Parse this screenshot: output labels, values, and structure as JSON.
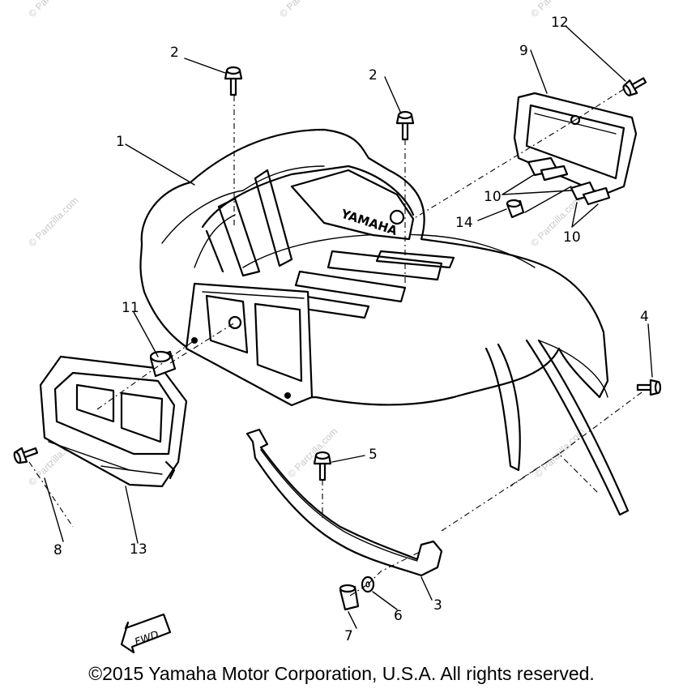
{
  "callouts": {
    "c1": "1",
    "c2a": "2",
    "c2b": "2",
    "c3": "3",
    "c4": "4",
    "c5": "5",
    "c6": "6",
    "c7": "7",
    "c8": "8",
    "c9": "9",
    "c10a": "10",
    "c10b": "10",
    "c11": "11",
    "c12": "12",
    "c13": "13",
    "c14": "14"
  },
  "fwd_label": "FWD",
  "fender_text": "YAMAHA",
  "watermark": "© Partzilla.com",
  "copyright": "©2015 Yamaha Motor Corporation, U.S.A. All rights reserved."
}
